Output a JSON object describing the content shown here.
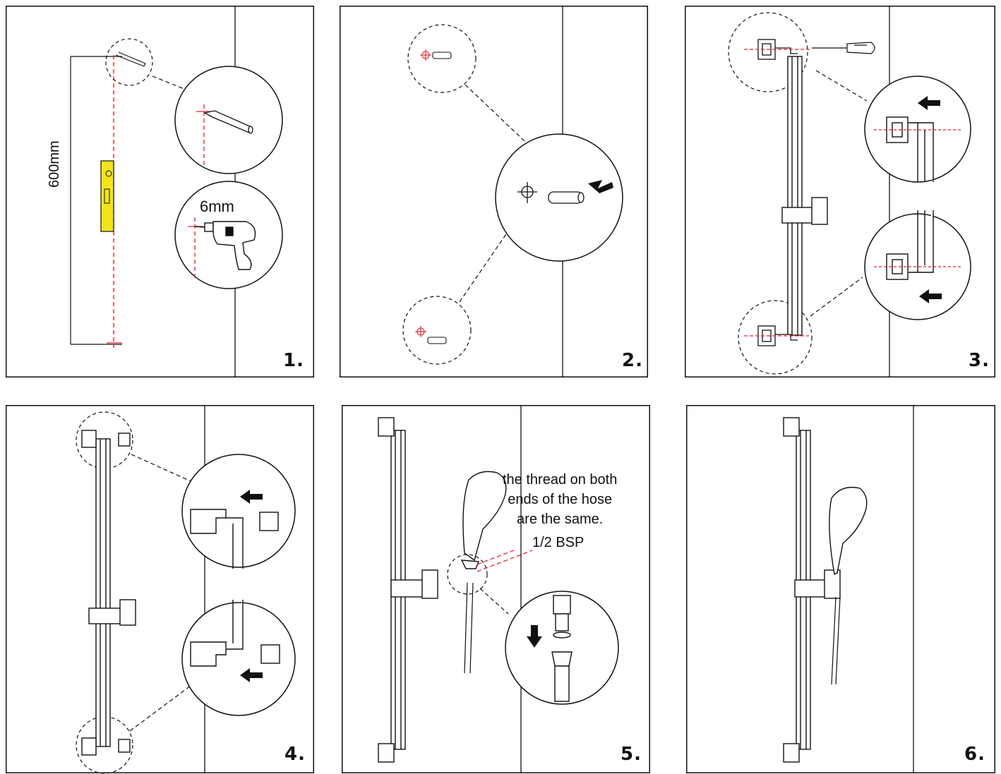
{
  "colors": {
    "stroke": "#111111",
    "guide": "#e3222b",
    "level": "#f2e419",
    "arrow": "#111111"
  },
  "steps": [
    {
      "number": "1.",
      "measure_label": "600mm",
      "drill_label": "6mm",
      "icons": [
        "pencil-icon",
        "spirit-level-icon",
        "drill-icon"
      ]
    },
    {
      "number": "2.",
      "icons": [
        "wall-plug-icon",
        "arrow-icon"
      ]
    },
    {
      "number": "3.",
      "icons": [
        "screwdriver-icon",
        "bracket-icon",
        "arrow-icon"
      ]
    },
    {
      "number": "4.",
      "icons": [
        "bracket-cover-icon",
        "arrow-icon"
      ]
    },
    {
      "number": "5.",
      "note_lines": [
        "the thread on both",
        "ends of the hose",
        "are the same."
      ],
      "thread_label": "1/2 BSP",
      "icons": [
        "hand-shower-icon",
        "hose-icon",
        "washer-icon",
        "arrow-down-icon"
      ]
    },
    {
      "number": "6.",
      "icons": [
        "hand-shower-icon",
        "slide-rail-icon"
      ]
    }
  ]
}
